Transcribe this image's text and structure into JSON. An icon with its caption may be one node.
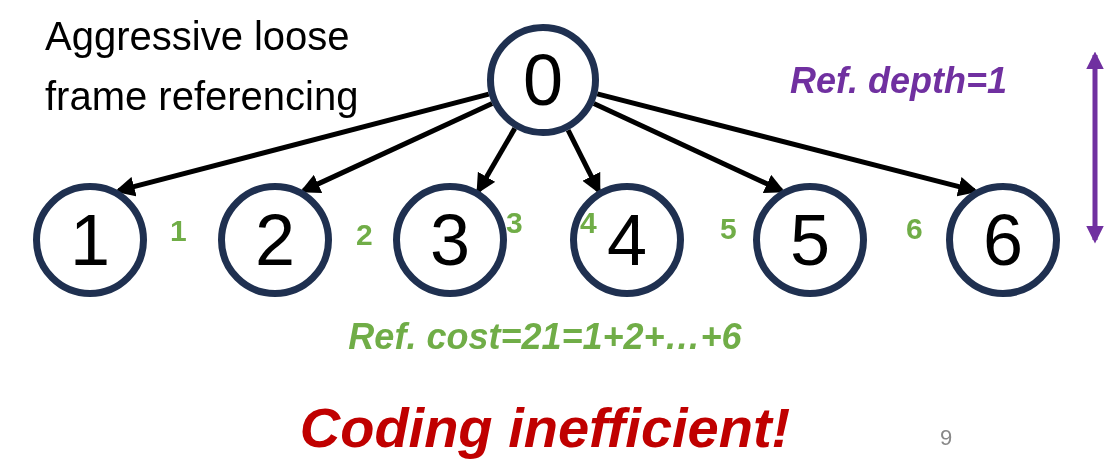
{
  "diagram": {
    "nodes": [
      {
        "text": [
          "0"
        ]
      },
      {
        "text": [
          "1"
        ]
      },
      {
        "text": [
          "2"
        ]
      },
      {
        "text": [
          "3"
        ]
      },
      {
        "text": [
          "4"
        ]
      },
      {
        "text": [
          "5"
        ]
      },
      {
        "text": [
          "6"
        ]
      }
    ],
    "edges": [
      {
        "from": 0,
        "to": 1,
        "arrow": "to"
      },
      {
        "from": 0,
        "to": 2,
        "arrow": "to"
      },
      {
        "from": 0,
        "to": 3,
        "arrow": "to"
      },
      {
        "from": 0,
        "to": 4,
        "arrow": "to"
      },
      {
        "from": 0,
        "to": 5,
        "arrow": "to"
      },
      {
        "from": 0,
        "to": 6,
        "arrow": "to"
      }
    ],
    "labels": [
      "Aggressive loose frame referencing",
      "Ref. depth=1",
      "1",
      "2",
      "3",
      "4",
      "5",
      "6",
      "Ref. cost=21=1+2+…+6",
      "Coding inefficient!",
      "9"
    ]
  }
}
